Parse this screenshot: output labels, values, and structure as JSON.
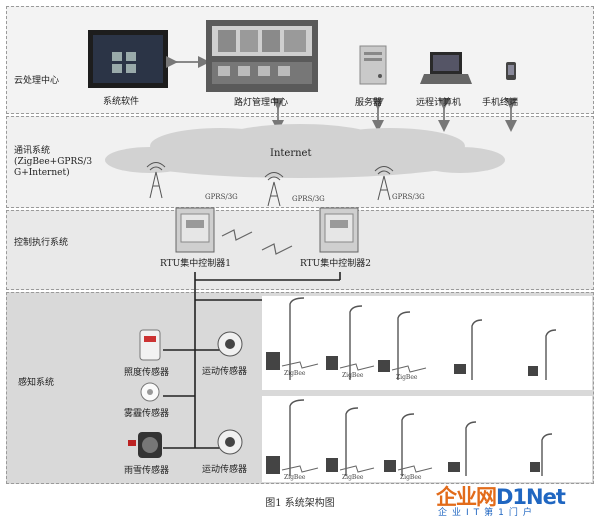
{
  "layers": {
    "cloud": "云处理中心",
    "comm": "通讯系统\n(ZigBee+GPRS/3\nG+Internet)",
    "control": "控制执行系统",
    "sensing": "感知系统"
  },
  "cloud_nodes": {
    "software": "系统软件",
    "street_light_center": "路灯管理中心",
    "server": "服务器",
    "remote_computer": "远程计算机",
    "mobile_terminal": "手机终端"
  },
  "network": {
    "internet": "Internet",
    "gprs_1": "GPRS/3G",
    "gprs_2": "GPRS/3G",
    "gprs_3": "GPRS/3G"
  },
  "controllers": {
    "rtu_1": "RTU集中控制器1",
    "rtu_2": "RTU集中控制器2"
  },
  "sensors": {
    "illuminance": "照度传感器",
    "motion_1": "运动传感器",
    "fog_haze": "雾霾传感器",
    "rain_snow": "雨雪传感器",
    "motion_2": "运动传感器"
  },
  "zigbee_labels": [
    "ZigBee",
    "ZigBee",
    "ZigBee",
    "ZigBee",
    "ZigBee",
    "ZigBee"
  ],
  "caption": "图1   系统架构图",
  "brand": {
    "main_a": "企业网",
    "main_b": "D1Net",
    "sub": "企业IT第1门户"
  },
  "colors": {
    "brand_orange": "#e26b1a",
    "brand_blue": "#1f66c1"
  }
}
